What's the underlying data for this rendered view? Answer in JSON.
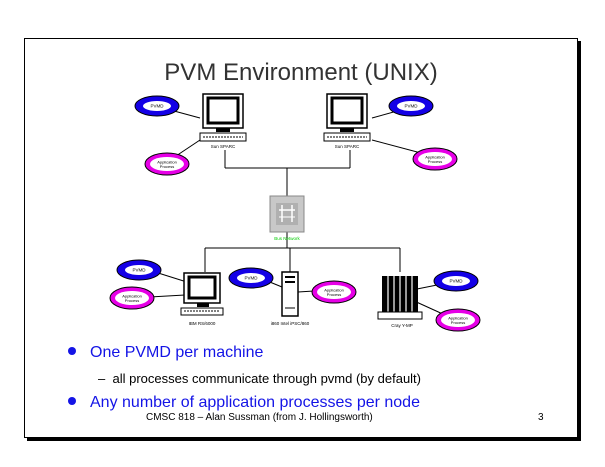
{
  "slide": {
    "title": "PVM Environment (UNIX)",
    "bullets": [
      "One PVMD per machine",
      "Any number of application processes per node"
    ],
    "subbullet": "all processes communicate through pvmd (by default)",
    "subbullet_dash": "–",
    "footer": "CMSC 818 – Alan Sussman (from J. Hollingsworth)",
    "page_number": "3"
  },
  "diagram": {
    "pvmd_label": "PVMD",
    "app_label_line1": "Application",
    "app_label_line2": "Process",
    "network_label": "Bus Network",
    "machines": {
      "sun_left": "Sun SPARC",
      "sun_right": "Sun SPARC",
      "ibm": "IBM RS/6000",
      "intel": "i860 Intel iPSC/860",
      "cray": "Cray Y-MP"
    },
    "colors": {
      "pvmd_fill": "#1400e6",
      "app_fill": "#e600e6",
      "network_label": "#00cc00"
    }
  }
}
